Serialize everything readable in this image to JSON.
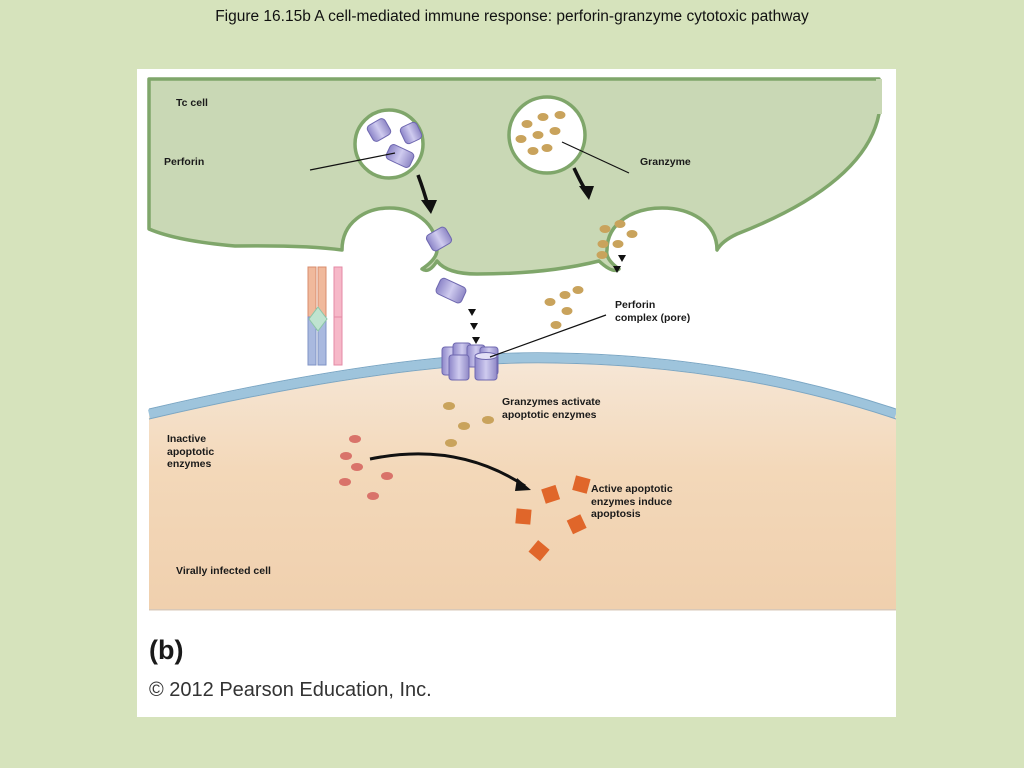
{
  "figure": {
    "title": "Figure 16.15b A cell-mediated immune response: perforin-granzyme cytotoxic pathway",
    "panel_letter": "(b)",
    "copyright": "© 2012 Pearson Education, Inc."
  },
  "labels": {
    "tc_cell": "Tc cell",
    "perforin": "Perforin",
    "granzyme": "Granzyme",
    "perforin_complex": "Perforin\ncomplex (pore)",
    "granzymes_activate": "Granzymes activate\napoptotic enzymes",
    "inactive_enzymes": "Inactive\napoptotic\nenzymes",
    "active_enzymes": "Active apoptotic\nenzymes induce\napoptosis",
    "virally_infected_cell": "Virally infected cell"
  },
  "colors": {
    "background": "#d6e3bc",
    "tc_cell": "#c9d8b5",
    "tc_cell_border": "#7fa66a",
    "membrane": "#9ec4dc",
    "infected_cell": "#f3dcc1",
    "perforin": "#b7b2e0",
    "granzyme": "#c9a35c",
    "inactive_enzyme": "#d9736a",
    "active_enzyme": "#e0662a"
  }
}
